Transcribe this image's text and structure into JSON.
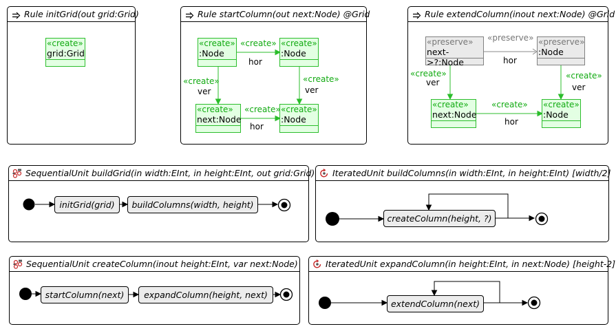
{
  "colors": {
    "create": "#11aa11",
    "preserve": "#777777"
  },
  "icons": {
    "rule": "arrow-right-icon",
    "sequential_unit": "sequential-unit-icon",
    "iterated_unit": "iterated-unit-icon"
  },
  "rule_init": {
    "title": "Rule initGrid(out grid:Grid)",
    "node_grid": {
      "stereotype": "«create»",
      "name": "grid:Grid"
    }
  },
  "rule_start": {
    "title": "Rule startColumn(out next:Node) @Grid",
    "node_tl": {
      "stereotype": "«create»",
      "name": ":Node"
    },
    "node_tr": {
      "stereotype": "«create»",
      "name": ":Node"
    },
    "node_bl": {
      "stereotype": "«create»",
      "name": "next:Node"
    },
    "node_br": {
      "stereotype": "«create»",
      "name": ":Node"
    },
    "edge_top": {
      "stereotype": "«create»",
      "name": "hor"
    },
    "edge_left": {
      "stereotype": "«create»",
      "name": "ver"
    },
    "edge_right": {
      "stereotype": "«create»",
      "name": "ver"
    },
    "edge_bottom": {
      "stereotype": "«create»",
      "name": "hor"
    }
  },
  "rule_extend": {
    "title": "Rule extendColumn(inout next:Node) @Grid",
    "node_tl": {
      "stereotype": "«preserve»",
      "name": "next->?:Node"
    },
    "node_tr": {
      "stereotype": "«preserve»",
      "name": ":Node"
    },
    "node_bl": {
      "stereotype": "«create»",
      "name": "next:Node"
    },
    "node_br": {
      "stereotype": "«create»",
      "name": ":Node"
    },
    "edge_top": {
      "stereotype": "«preserve»",
      "name": "hor"
    },
    "edge_left": {
      "stereotype": "«create»",
      "name": "ver"
    },
    "edge_right": {
      "stereotype": "«create»",
      "name": "ver"
    },
    "edge_bottom": {
      "stereotype": "«create»",
      "name": "hor"
    }
  },
  "unit_build_grid": {
    "title": "SequentialUnit buildGrid(in width:EInt, in height:EInt, out grid:Grid)",
    "steps": [
      "initGrid(grid)",
      "buildColumns(width, height)"
    ]
  },
  "unit_build_columns": {
    "title": "IteratedUnit buildColumns(in width:EInt, in height:EInt) [width/2]",
    "steps": [
      "createColumn(height, ?)"
    ]
  },
  "unit_create_column": {
    "title": "SequentialUnit createColumn(inout height:EInt, var next:Node)",
    "steps": [
      "startColumn(next)",
      "expandColumn(height, next)"
    ]
  },
  "unit_expand_column": {
    "title": "IteratedUnit expandColumn(in height:EInt, in next:Node) [height-2]",
    "steps": [
      "extendColumn(next)"
    ]
  }
}
